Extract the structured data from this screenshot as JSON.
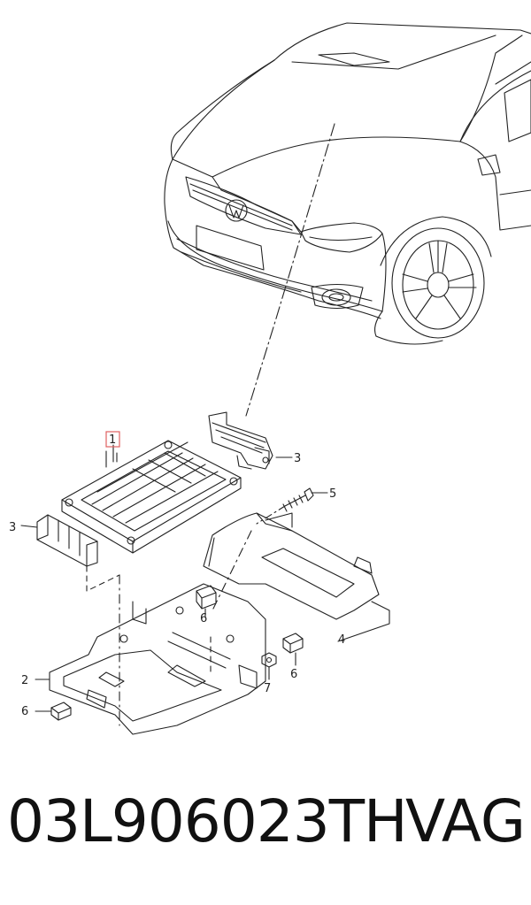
{
  "diagram": {
    "callouts": [
      {
        "id": "c1",
        "label": "1",
        "highlighted": true
      },
      {
        "id": "c2",
        "label": "2"
      },
      {
        "id": "c3a",
        "label": "3"
      },
      {
        "id": "c3b",
        "label": "3"
      },
      {
        "id": "c4",
        "label": "4"
      },
      {
        "id": "c5",
        "label": "5"
      },
      {
        "id": "c6a",
        "label": "6"
      },
      {
        "id": "c6b",
        "label": "6"
      },
      {
        "id": "c6c",
        "label": "6"
      },
      {
        "id": "c7",
        "label": "7"
      }
    ],
    "colors": {
      "line": "#222222",
      "highlight": "#e06060"
    }
  },
  "caption": {
    "part_number": "03L906023TH",
    "brand": "VAG"
  }
}
